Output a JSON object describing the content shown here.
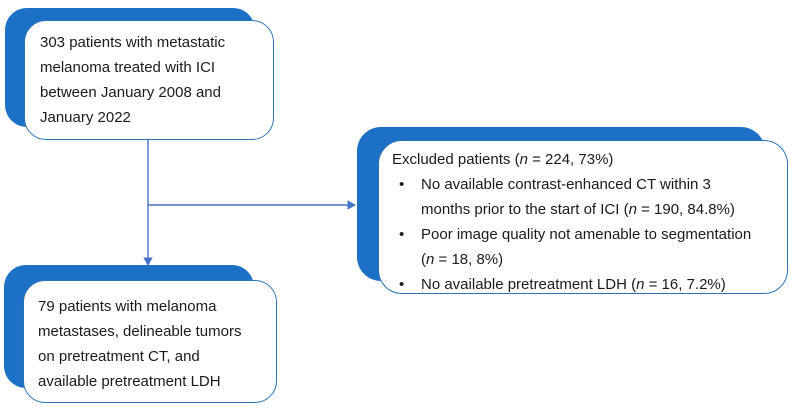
{
  "palette": {
    "shadow_blue": "#1c70c5",
    "box_border_blue": "#2e74b5",
    "arrow_blue": "#4472c4",
    "text_color": "#1b1b1b",
    "background": "#ffffff"
  },
  "boxes": {
    "enrolled": {
      "lines": [
        "303 patients with metastatic",
        "melanoma treated with ICI",
        "between January 2008 and",
        "January 2022"
      ]
    },
    "excluded": {
      "bullet_char": "•",
      "title_runs": [
        "Excluded patients (",
        "n",
        " = 224, 73%)"
      ],
      "bullets": [
        {
          "line1_runs": [
            "No available contrast-enhanced CT within 3"
          ],
          "line2_runs": [
            "months prior to the start of ICI (",
            "n",
            " = 190, 84.8%)"
          ]
        },
        {
          "line1_runs": [
            "Poor image quality not amenable to segmentation"
          ],
          "line2_runs": [
            "(",
            "n",
            " = 18, 8%)"
          ]
        },
        {
          "line1_runs": [
            "No available pretreatment LDH (",
            "n",
            " = 16, 7.2%)"
          ]
        }
      ]
    },
    "final": {
      "lines": [
        "79 patients with melanoma",
        "metastases, delineable tumors",
        "on pretreatment CT, and",
        "available pretreatment LDH"
      ]
    }
  }
}
